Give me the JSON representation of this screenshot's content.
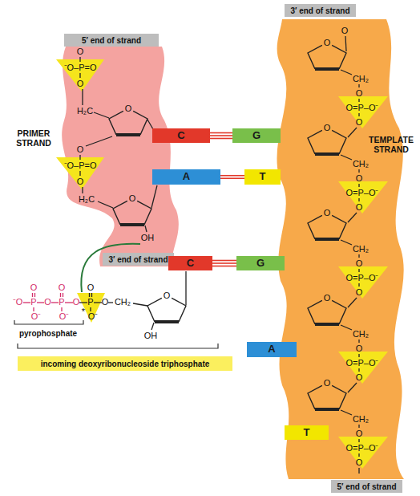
{
  "diagram": {
    "nodes": [
      {
        "text": [
          "3′ end of strand"
        ]
      },
      {
        "text": [
          "5′ end of strand"
        ]
      },
      {
        "text": [
          "C"
        ]
      },
      {
        "text": [
          "G"
        ]
      },
      {
        "text": [
          "A"
        ]
      },
      {
        "text": [
          "T"
        ]
      },
      {
        "text": [
          "3′ end of strand"
        ]
      },
      {
        "text": [
          "C"
        ]
      },
      {
        "text": [
          "G"
        ]
      },
      {
        "text": [
          "A"
        ]
      },
      {
        "text": [
          "incoming deoxyribonucleoside triphosphate"
        ]
      },
      {
        "text": [
          "T"
        ]
      },
      {
        "text": [
          "5′ end of strand"
        ]
      }
    ],
    "edges": [
      {
        "from": 2,
        "to": 3,
        "arrow": "none"
      },
      {
        "from": 4,
        "to": 5,
        "arrow": "none"
      },
      {
        "from": 7,
        "to": 8,
        "arrow": "none"
      }
    ],
    "labels": [
      "O",
      "⁻O–P=O",
      "O",
      "H₂C",
      "O",
      "PRIMER STRAND",
      "O",
      "⁻O–P=O",
      "O",
      "H₂C",
      "O",
      "OH",
      "O",
      "O",
      "CH₂",
      "O",
      "O=P–O⁻",
      "O",
      "O",
      "CH₂",
      "O",
      "O=P–O⁻",
      "O",
      "O",
      "CH₂",
      "O",
      "O=P–O⁻",
      "O",
      "O",
      "CH₂",
      "O",
      "O=P–O⁻",
      "O",
      "O",
      "CH₂",
      "O",
      "O=P–O⁻",
      "O",
      "TEMPLATE STRAND",
      "O",
      "O",
      "O",
      "⁻O",
      "P",
      "O",
      "P",
      "O",
      "P",
      "*",
      "O",
      "CH₂",
      "O⁻",
      "O⁻",
      "O⁻",
      "O",
      "OH",
      "pyrophosphate"
    ]
  }
}
